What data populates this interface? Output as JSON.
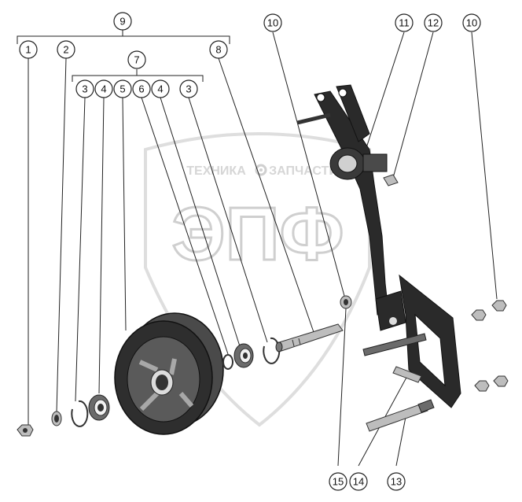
{
  "watermark": {
    "top_left_text": "ТЕХНИКА",
    "top_right_text": "ЗАПЧАСТИ",
    "main_text": "ЭПФ",
    "gear_icon": "gear-icon"
  },
  "callouts": [
    {
      "id": "c1",
      "label": "1"
    },
    {
      "id": "c2",
      "label": "2"
    },
    {
      "id": "c3a",
      "label": "3"
    },
    {
      "id": "c4a",
      "label": "4"
    },
    {
      "id": "c5",
      "label": "5"
    },
    {
      "id": "c6",
      "label": "6"
    },
    {
      "id": "c4b",
      "label": "4"
    },
    {
      "id": "c3b",
      "label": "3"
    },
    {
      "id": "c7",
      "label": "7"
    },
    {
      "id": "c8",
      "label": "8"
    },
    {
      "id": "c9",
      "label": "9"
    },
    {
      "id": "c10a",
      "label": "10"
    },
    {
      "id": "c11",
      "label": "11"
    },
    {
      "id": "c12",
      "label": "12"
    },
    {
      "id": "c10b",
      "label": "10"
    },
    {
      "id": "c13",
      "label": "13"
    },
    {
      "id": "c14",
      "label": "14"
    },
    {
      "id": "c15",
      "label": "15"
    }
  ]
}
